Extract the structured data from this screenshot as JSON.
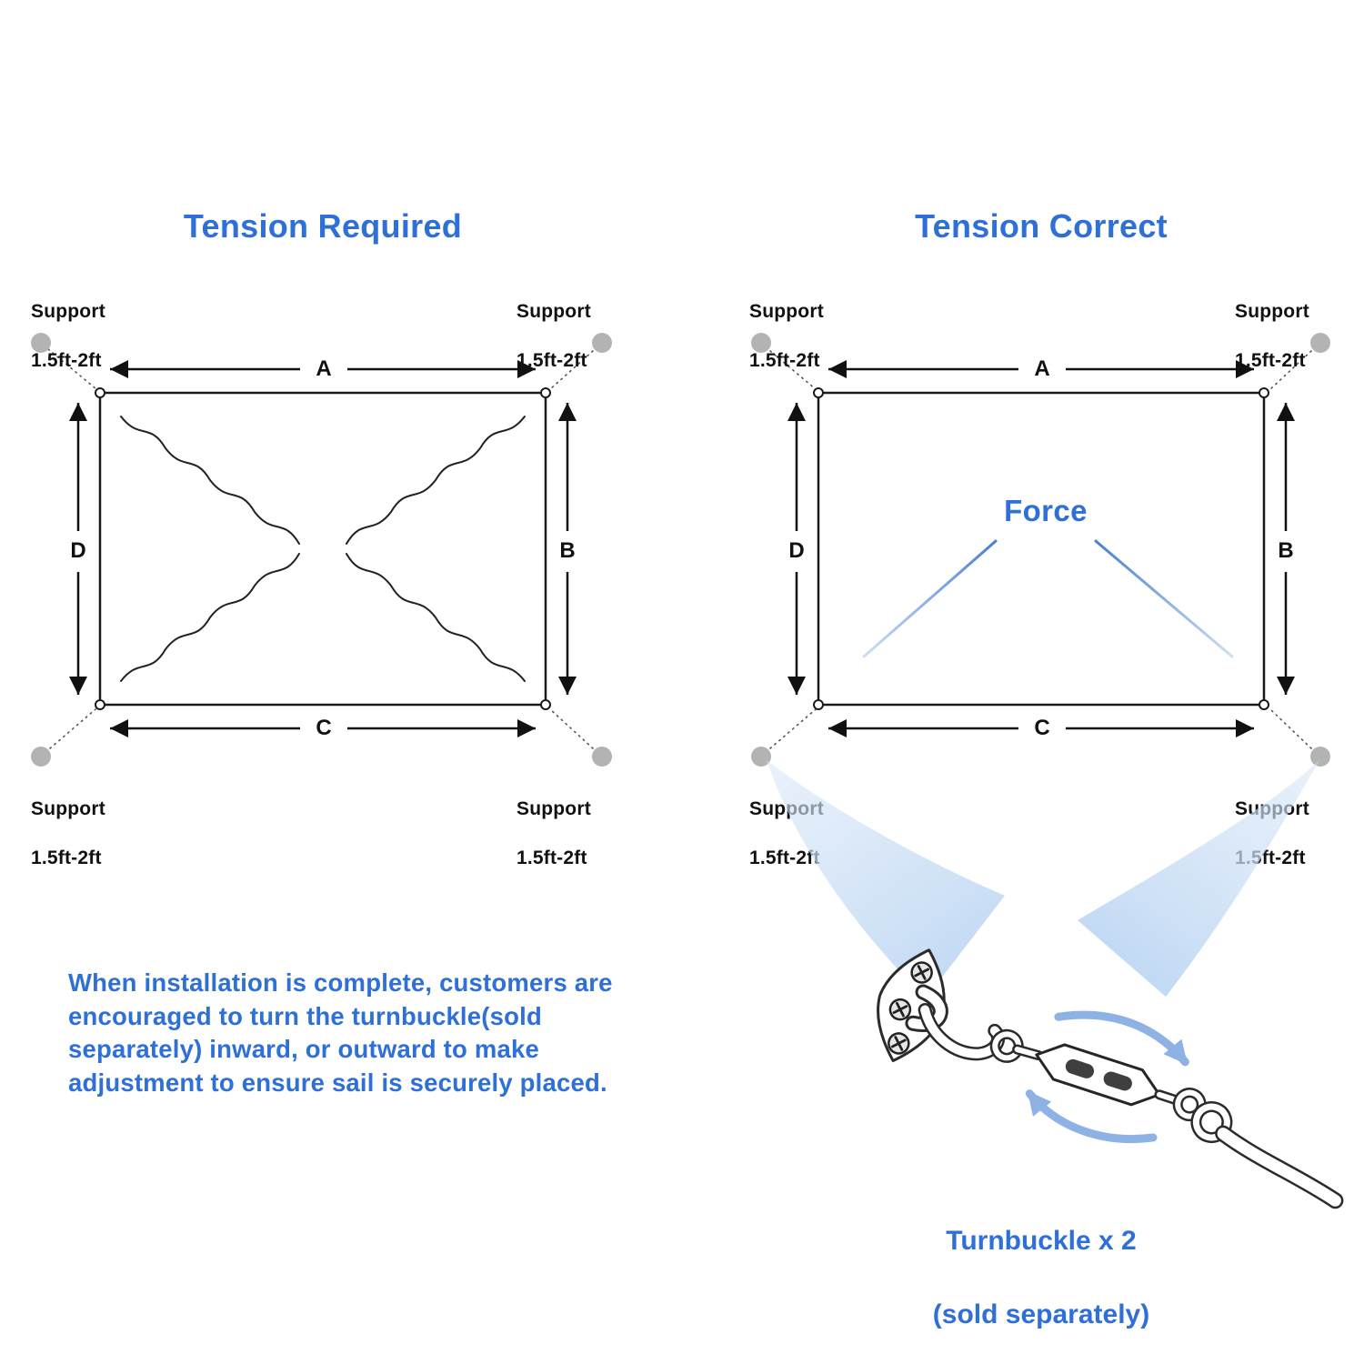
{
  "left_diagram": {
    "title": "Tension Required",
    "labels": {
      "a": "A",
      "b": "B",
      "c": "C",
      "d": "D"
    }
  },
  "right_diagram": {
    "title": "Tension Correct",
    "force_label": "Force",
    "labels": {
      "a": "A",
      "b": "B",
      "c": "C",
      "d": "D"
    }
  },
  "support_label": {
    "line1": "Support",
    "line2": "1.5ft-2ft"
  },
  "note": {
    "text": "When installation is complete, customers are encouraged to turn the turnbuckle(sold separately) inward, or outward to make adjustment to ensure sail is securely placed."
  },
  "caption": {
    "line1": "Turnbuckle x 2",
    "line2": "(sold separately)"
  },
  "illustration": {
    "name": "turnbuckle-with-wall-mount-and-cable",
    "rotation_arrows": "rotate-direction-arrows"
  },
  "colors": {
    "accent_blue": "#2E6FD8",
    "force_line_start": "#4A7ECF",
    "force_line_end": "#CCDEF4",
    "support_dot_gray": "#B3B3B3",
    "linework_black": "#111111",
    "wedge_light_blue": "#BED7F3"
  }
}
